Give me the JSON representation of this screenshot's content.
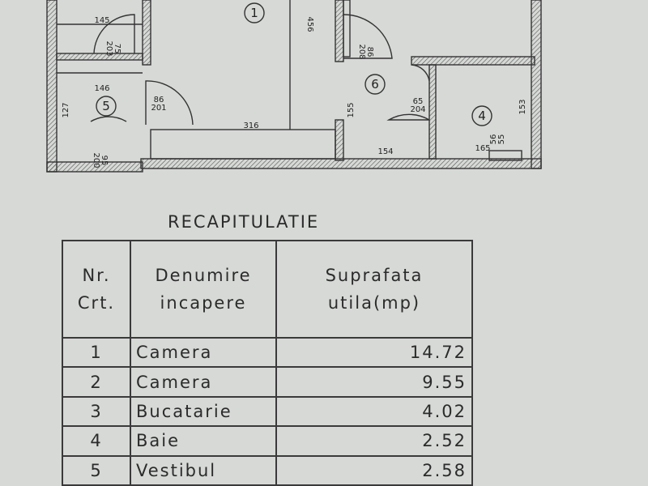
{
  "plan": {
    "rooms": [
      "1",
      "4",
      "5",
      "6"
    ],
    "dimensions": [
      "145",
      "75\n203",
      "146",
      "127",
      "86\n201",
      "316",
      "456",
      "95\n200",
      "86\n208",
      "65\n204",
      "155",
      "154",
      "165",
      "56\n55",
      "153"
    ]
  },
  "recap": {
    "title": "RECAPITULATIE",
    "headers": {
      "nr": [
        "Nr.",
        "Crt."
      ],
      "name": [
        "Denumire",
        "incapere"
      ],
      "area": [
        "Suprafata",
        "utila(mp)"
      ]
    },
    "rows": [
      {
        "nr": "1",
        "name": "Camera",
        "area": "14.72"
      },
      {
        "nr": "2",
        "name": "Camera",
        "area": "9.55"
      },
      {
        "nr": "3",
        "name": "Bucatarie",
        "area": "4.02"
      },
      {
        "nr": "4",
        "name": "Baie",
        "area": "2.52"
      },
      {
        "nr": "5",
        "name": "Vestibul",
        "area": "2.58"
      }
    ]
  }
}
